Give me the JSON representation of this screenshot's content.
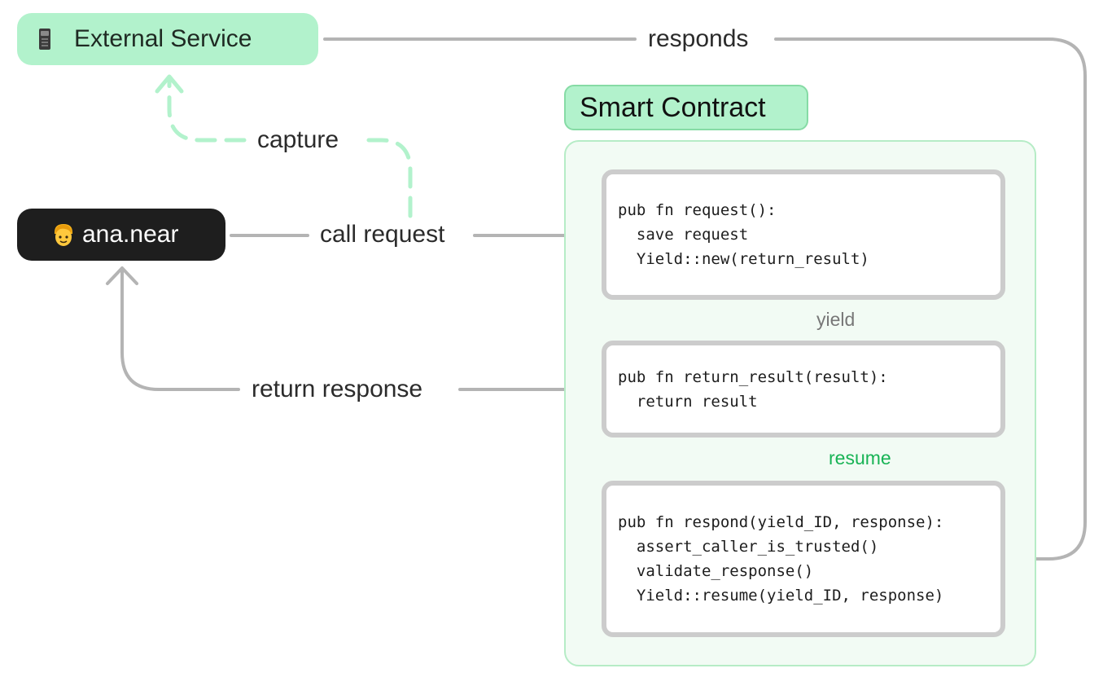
{
  "nodes": {
    "external_service": {
      "label": "External Service",
      "icon": "pager-icon"
    },
    "user": {
      "label": "ana.near",
      "icon": "person-emoji-icon"
    },
    "smart_contract": {
      "title": "Smart Contract"
    }
  },
  "code_blocks": {
    "request": [
      "pub fn request():",
      "  save request",
      "  Yield::new(return_result)"
    ],
    "return_result": [
      "pub fn return_result(result):",
      "  return result"
    ],
    "respond": [
      "pub fn respond(yield_ID, response):",
      "  assert_caller_is_trusted()",
      "  validate_response()",
      "  Yield::resume(yield_ID, response)"
    ]
  },
  "edges": {
    "responds": "responds",
    "capture": "capture",
    "call_request": "call request",
    "return_response": "return response",
    "yield": "yield",
    "resume": "resume"
  },
  "colors": {
    "accent_green": "#b2f2cc",
    "grey_line": "#b4b4b4",
    "dark_node": "#1e1e1e",
    "resume_text": "#18b355"
  }
}
